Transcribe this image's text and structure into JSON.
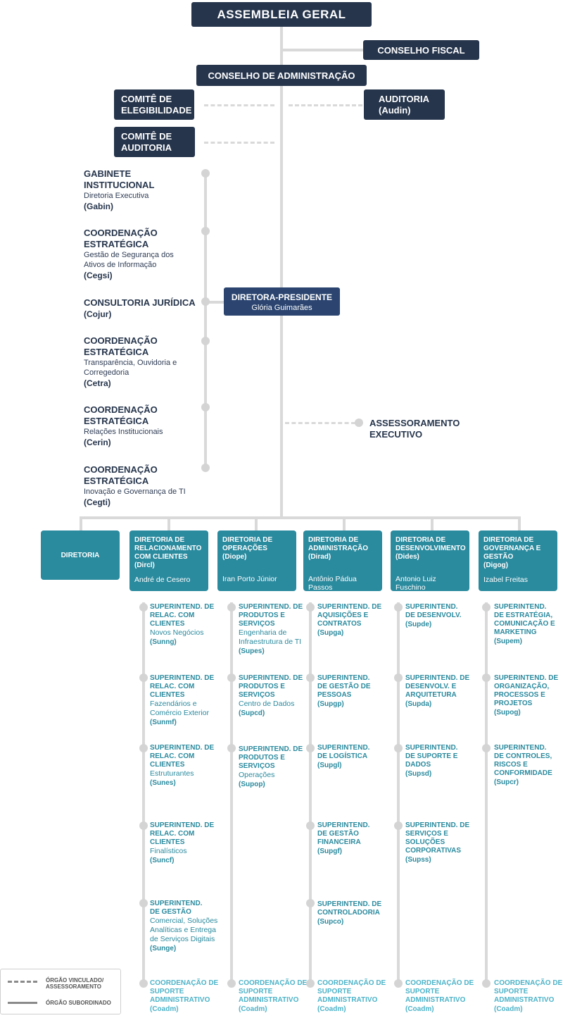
{
  "top": {
    "assembleia": "ASSEMBLEIA GERAL",
    "conselho_fiscal": "CONSELHO FISCAL",
    "conselho_admin": "CONSELHO DE ADMINISTRAÇÃO",
    "comite_eleg_1": "COMITÊ DE",
    "comite_eleg_2": "ELEGIBILIDADE",
    "auditoria_1": "AUDITORIA",
    "auditoria_2": "(Audin)",
    "comite_aud_1": "COMITÊ DE",
    "comite_aud_2": "AUDITORIA"
  },
  "left_units": [
    {
      "title": "GABINETE INSTITUCIONAL",
      "sub": "Diretoria Executiva",
      "code": "(Gabin)"
    },
    {
      "title": "COORDENAÇÃO ESTRATÉGICA",
      "sub": "Gestão de Segurança dos Ativos de Informação",
      "code": "(Cegsi)"
    },
    {
      "title": "CONSULTORIA JURÍDICA",
      "sub": "",
      "code": "(Cojur)"
    },
    {
      "title": "COORDENAÇÃO ESTRATÉGICA",
      "sub": "Transparência, Ouvidoria e Corregedoria",
      "code": "(Cetra)"
    },
    {
      "title": "COORDENAÇÃO ESTRATÉGICA",
      "sub": "Relações Institucionais",
      "code": "(Cerin)"
    },
    {
      "title": "COORDENAÇÃO ESTRATÉGICA",
      "sub": "Inovação e Governança de TI",
      "code": "(Cegti)"
    }
  ],
  "presidente": {
    "title": "DIRETORA-PRESIDENTE",
    "name": "Glória Guimarães"
  },
  "assessoramento": {
    "line1": "ASSESSORAMENTO",
    "line2": "EXECUTIVO"
  },
  "diretoria_label": "DIRETORIA",
  "directorates": [
    {
      "title": "DIRETORIA DE RELACIONAMENTO COM CLIENTES",
      "code": "(Dircl)",
      "name": "André de Cesero",
      "sups": [
        {
          "title": "SUPERINTEND. DE RELAC. COM CLIENTES",
          "sub": "Novos Negócios",
          "code": "(Sunng)"
        },
        {
          "title": "SUPERINTEND. DE RELAC. COM CLIENTES",
          "sub": "Fazendários e Comércio Exterior",
          "code": "(Sunmf)"
        },
        {
          "title": "SUPERINTEND. DE RELAC. COM CLIENTES",
          "sub": "Estruturantes",
          "code": "(Sunes)"
        },
        {
          "title": "SUPERINTEND. DE RELAC. COM CLIENTES",
          "sub": "Finalísticos",
          "code": "(Suncf)"
        },
        {
          "title": "SUPERINTEND. DE GESTÃO",
          "sub": "Comercial, Soluções Analíticas e Entrega de Serviços Digitais",
          "code": "(Sunge)"
        }
      ],
      "coadm": {
        "title": "COORDENAÇÃO DE SUPORTE ADMINISTRATIVO",
        "code": "(Coadm)"
      }
    },
    {
      "title": "DIRETORIA DE OPERAÇÕES",
      "code": "(Diope)",
      "name": "Iran Porto Júnior",
      "sups": [
        {
          "title": "SUPERINTEND. DE PRODUTOS E SERVIÇOS",
          "sub": "Engenharia de Infraestrutura de TI",
          "code": "(Supes)"
        },
        {
          "title": "SUPERINTEND. DE PRODUTOS E SERVIÇOS",
          "sub": "Centro de Dados",
          "code": "(Supcd)"
        },
        {
          "title": "SUPERINTEND. DE PRODUTOS E SERVIÇOS",
          "sub": "Operações",
          "code": "(Supop)"
        }
      ],
      "coadm": {
        "title": "COORDENAÇÃO DE SUPORTE ADMINISTRATIVO",
        "code": "(Coadm)"
      }
    },
    {
      "title": "DIRETORIA DE ADMINISTRAÇÃO",
      "code": "(Dirad)",
      "name": "Antônio Pádua Passos",
      "sups": [
        {
          "title": "SUPERINTEND. DE AQUISIÇÕES E CONTRATOS",
          "sub": "",
          "code": "(Supga)"
        },
        {
          "title": "SUPERINTEND. DE GESTÃO DE PESSOAS",
          "sub": "",
          "code": "(Supgp)"
        },
        {
          "title": "SUPERINTEND. DE LOGÍSTICA",
          "sub": "",
          "code": "(Supgl)"
        },
        {
          "title": "SUPERINTEND. DE GESTÃO FINANCEIRA",
          "sub": "",
          "code": "(Supgf)"
        },
        {
          "title": "SUPERINTEND. DE CONTROLADORIA",
          "sub": "",
          "code": "(Supco)"
        }
      ],
      "coadm": {
        "title": "COORDENAÇÃO DE SUPORTE ADMINISTRATIVO",
        "code": "(Coadm)"
      }
    },
    {
      "title": "DIRETORIA DE DESENVOLVIMENTO",
      "code": "(Dides)",
      "name": "Antonio Luiz Fuschino",
      "sups": [
        {
          "title": "SUPERINTEND. DE DESENVOLV.",
          "sub": "",
          "code": "(Supde)"
        },
        {
          "title": "SUPERINTEND. DE DESENVOLV. E ARQUITETURA",
          "sub": "",
          "code": "(Supda)"
        },
        {
          "title": "SUPERINTEND. DE SUPORTE E DADOS",
          "sub": "",
          "code": "(Supsd)"
        },
        {
          "title": "SUPERINTEND. DE SERVIÇOS E SOLUÇÕES CORPORATIVAS",
          "sub": "",
          "code": "(Supss)"
        }
      ],
      "coadm": {
        "title": "COORDENAÇÃO DE SUPORTE ADMINISTRATIVO",
        "code": "(Coadm)"
      }
    },
    {
      "title": "DIRETORIA DE GOVERNANÇA E GESTÃO",
      "code": "(Digog)",
      "name": "Izabel Freitas",
      "sups": [
        {
          "title": "SUPERINTEND. DE ESTRATÉGIA, COMUNICAÇÃO E MARKETING",
          "sub": "",
          "code": "(Supem)"
        },
        {
          "title": "SUPERINTEND. DE ORGANIZAÇÃO, PROCESSOS E PROJETOS",
          "sub": "",
          "code": "(Supog)"
        },
        {
          "title": "SUPERINTEND. DE CONTROLES, RISCOS E CONFORMIDADE",
          "sub": "",
          "code": "(Supcr)"
        }
      ],
      "coadm": {
        "title": "COORDENAÇÃO DE SUPORTE ADMINISTRATIVO",
        "code": "(Coadm)"
      }
    }
  ],
  "legend": {
    "vinculado_1": "ÓRGÃO VINCULADO/",
    "vinculado_2": "ASSESSORAMENTO",
    "subordinado": "ÓRGÃO SUBORDINADO"
  }
}
